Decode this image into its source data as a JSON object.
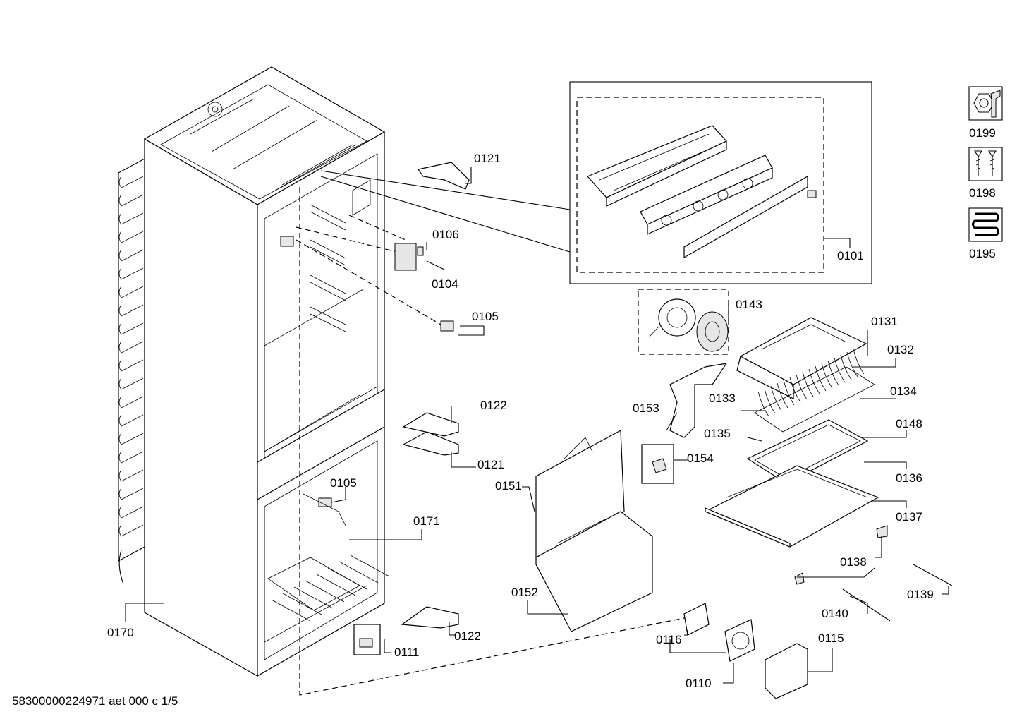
{
  "footer": {
    "document_id": "58300000224971 aet 000 c 1/5"
  },
  "side_icons": [
    {
      "icon": "nut-wrench-icon",
      "label": "0199"
    },
    {
      "icon": "screws-icon",
      "label": "0198"
    },
    {
      "icon": "coil-heater-icon",
      "label": "0195"
    }
  ],
  "callouts": {
    "c0121a": "0121",
    "c0106": "0106",
    "c0104": "0104",
    "c0105a": "0105",
    "c0101": "0101",
    "c0143": "0143",
    "c0131": "0131",
    "c0132": "0132",
    "c0153": "0153",
    "c0133": "0133",
    "c0134": "0134",
    "c0122a": "0122",
    "c0135": "0135",
    "c0148": "0148",
    "c0154": "0154",
    "c0121b": "0121",
    "c0136": "0136",
    "c0151": "0151",
    "c0105b": "0105",
    "c0137": "0137",
    "c0171": "0171",
    "c0138": "0138",
    "c0139": "0139",
    "c0152": "0152",
    "c0140": "0140",
    "c0170": "0170",
    "c0122b": "0122",
    "c0116": "0116",
    "c0115": "0115",
    "c0111": "0111",
    "c0110": "0110"
  }
}
